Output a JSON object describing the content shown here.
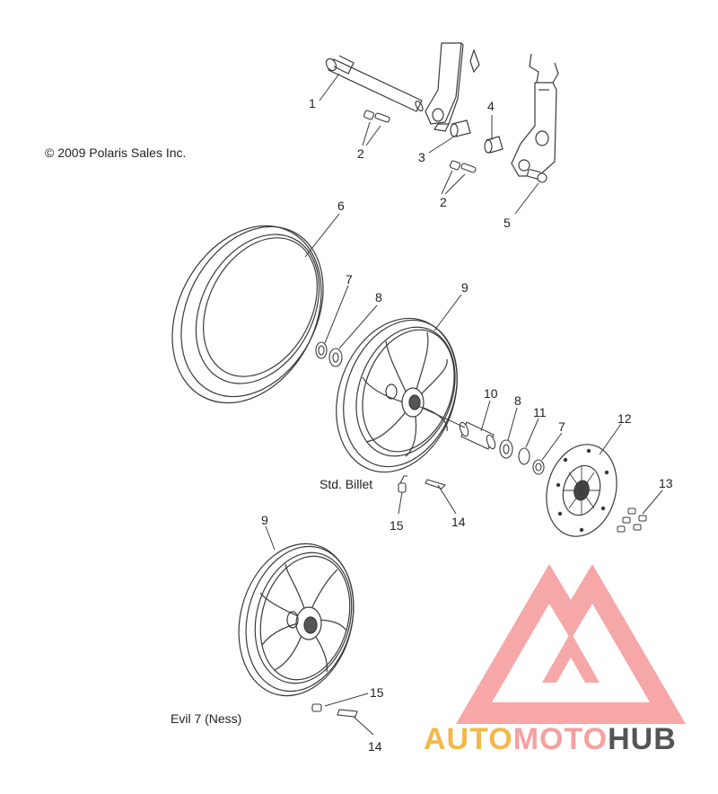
{
  "copyright": "© 2009 Polaris Sales Inc.",
  "captions": {
    "std": "Std. Billet",
    "evil": "Evil 7  (Ness)"
  },
  "callouts": {
    "c1": "1",
    "c2a": "2",
    "c2b": "2",
    "c3": "3",
    "c4": "4",
    "c5": "5",
    "c6": "6",
    "c7a": "7",
    "c8a": "8",
    "c9a": "9",
    "c10": "10",
    "c8b": "8",
    "c11": "11",
    "c7b": "7",
    "c12": "12",
    "c13": "13",
    "c15a": "15",
    "c14a": "14",
    "c9b": "9",
    "c15b": "15",
    "c14b": "14"
  },
  "watermark": {
    "part1": "AUTO",
    "part2": "MOTO",
    "part3": "HUB",
    "color1": "#f3b84a",
    "color2": "#f6a0a0",
    "color3": "#555555",
    "logo_color": "#f48a8a"
  },
  "line_color": "#3a3a3a"
}
